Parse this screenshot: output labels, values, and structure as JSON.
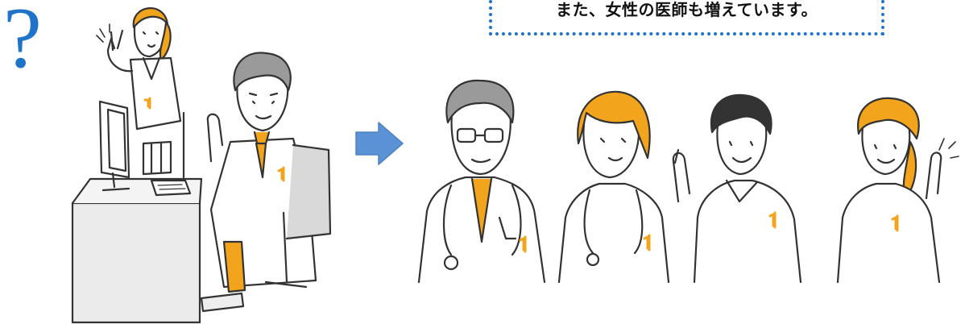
{
  "callout": {
    "text": "また、女性の医師も増えています。",
    "border_color": "#1f73c9"
  },
  "question_mark": {
    "glyph": "?",
    "color": "#1f73c9"
  },
  "arrow": {
    "color": "#5b92d6",
    "icon": "right-arrow-icon"
  },
  "colors": {
    "hair_accent": "#f2a41c",
    "outline": "#333333",
    "coat": "#ffffff",
    "desk": "#e9e9e9",
    "chair": "#d9d9d9"
  },
  "figures": {
    "left_scene": [
      "nurse-pointing",
      "seated-doctor",
      "desk-computer"
    ],
    "lineup": [
      "male-doctor-glasses",
      "female-doctor",
      "male-nurse-pointing",
      "female-nurse-pointing"
    ]
  }
}
